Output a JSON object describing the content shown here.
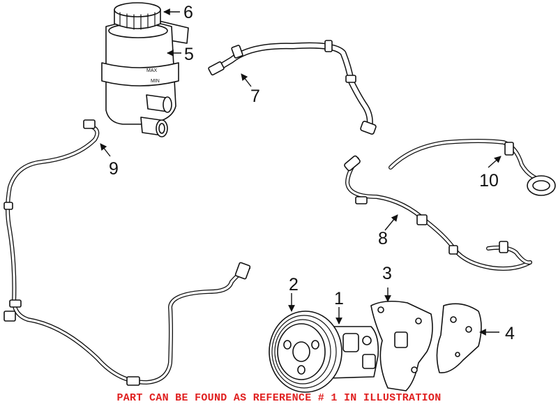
{
  "diagram": {
    "callouts": [
      {
        "id": "1",
        "label": "1"
      },
      {
        "id": "2",
        "label": "2"
      },
      {
        "id": "3",
        "label": "3"
      },
      {
        "id": "4",
        "label": "4"
      },
      {
        "id": "5",
        "label": "5"
      },
      {
        "id": "6",
        "label": "6"
      },
      {
        "id": "7",
        "label": "7"
      },
      {
        "id": "8",
        "label": "8"
      },
      {
        "id": "9",
        "label": "9"
      },
      {
        "id": "10",
        "label": "10"
      }
    ],
    "reservoir_marks": [
      "MAX",
      "MIN"
    ]
  },
  "footer": {
    "note": "PART CAN BE FOUND AS REFERENCE # 1 IN ILLUSTRATION",
    "note_color": "#e02020"
  }
}
